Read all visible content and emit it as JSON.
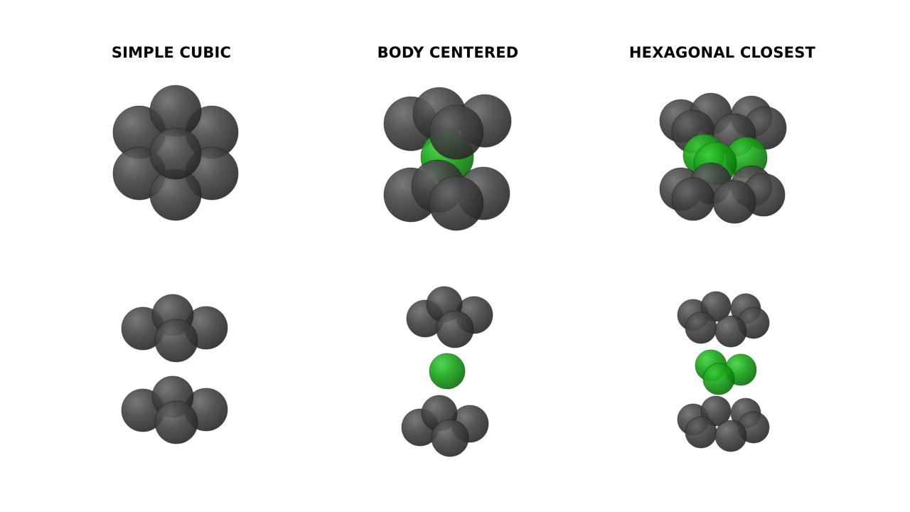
{
  "titles": [
    "SIMPLE CUBIC",
    "BODY CENTERED",
    "HEXAGONAL CLOSEST"
  ],
  "colors": {
    "dark_atom": "#3c3c3c",
    "green_atom": "#16a016",
    "background": "#ffffff"
  }
}
